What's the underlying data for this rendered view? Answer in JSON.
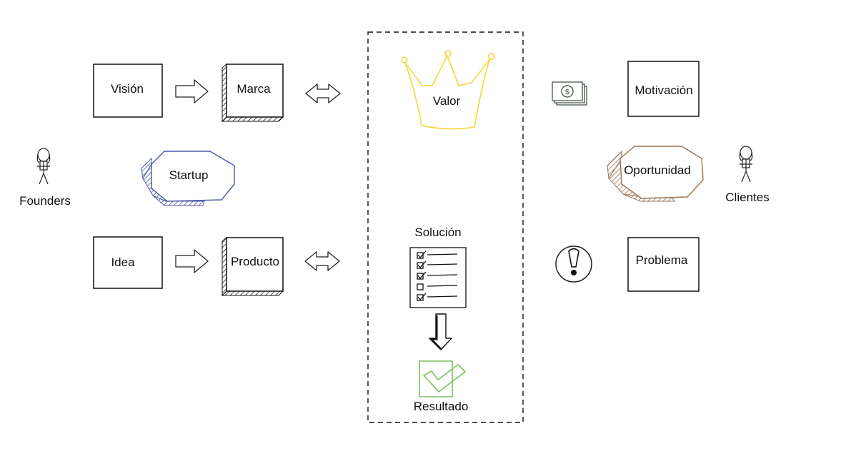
{
  "founders_label": "Founders",
  "clientes_label": "Clientes",
  "nodes": {
    "vision": "Visión",
    "marca": "Marca",
    "startup": "Startup",
    "idea": "Idea",
    "producto": "Producto",
    "valor": "Valor",
    "solucion": "Solución",
    "resultado": "Resultado",
    "motivacion": "Motivación",
    "oportunidad": "Oportunidad",
    "problema": "Problema"
  },
  "colors": {
    "ink": "#111111",
    "crown": "#f2dc4a",
    "startup_outline": "#4c5aa8",
    "oportunidad_outline": "#9a7350",
    "check": "#7cbf5a",
    "money": "#3a4a3a"
  },
  "icons": [
    "person-icon",
    "money-icon",
    "exclamation-icon",
    "crown-icon",
    "checklist-icon",
    "down-arrow-icon",
    "checkmark-icon"
  ]
}
